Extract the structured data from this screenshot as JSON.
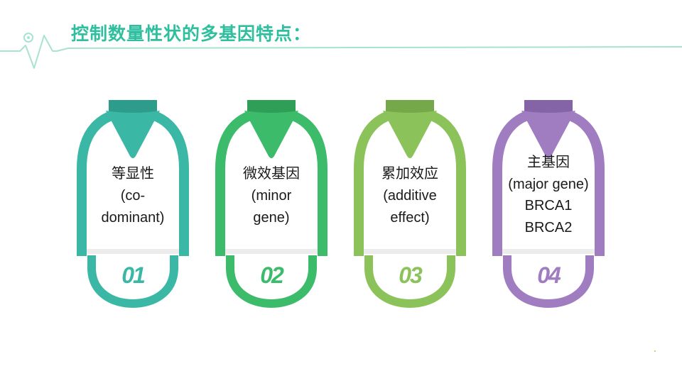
{
  "title": "控制数量性状的多基因特点：",
  "colors": {
    "accent": "#2fbf9e",
    "line": "#a8e2d2"
  },
  "cards": [
    {
      "lines": [
        "等显性",
        "(co-",
        "dominant)"
      ],
      "number": "01",
      "color": "#3ab8a5",
      "color_dark": "#2d9c8b"
    },
    {
      "lines": [
        "微效基因",
        "(minor",
        "gene)"
      ],
      "number": "02",
      "color": "#3cbc6a",
      "color_dark": "#2f9e56"
    },
    {
      "lines": [
        "累加效应",
        "(additive",
        "effect)"
      ],
      "number": "03",
      "color": "#8cc25a",
      "color_dark": "#74a848"
    },
    {
      "lines": [
        "主基因",
        "(major gene)",
        "BRCA1",
        "BRCA2"
      ],
      "number": "04",
      "color": "#a07cc1",
      "color_dark": "#8463a6"
    }
  ]
}
